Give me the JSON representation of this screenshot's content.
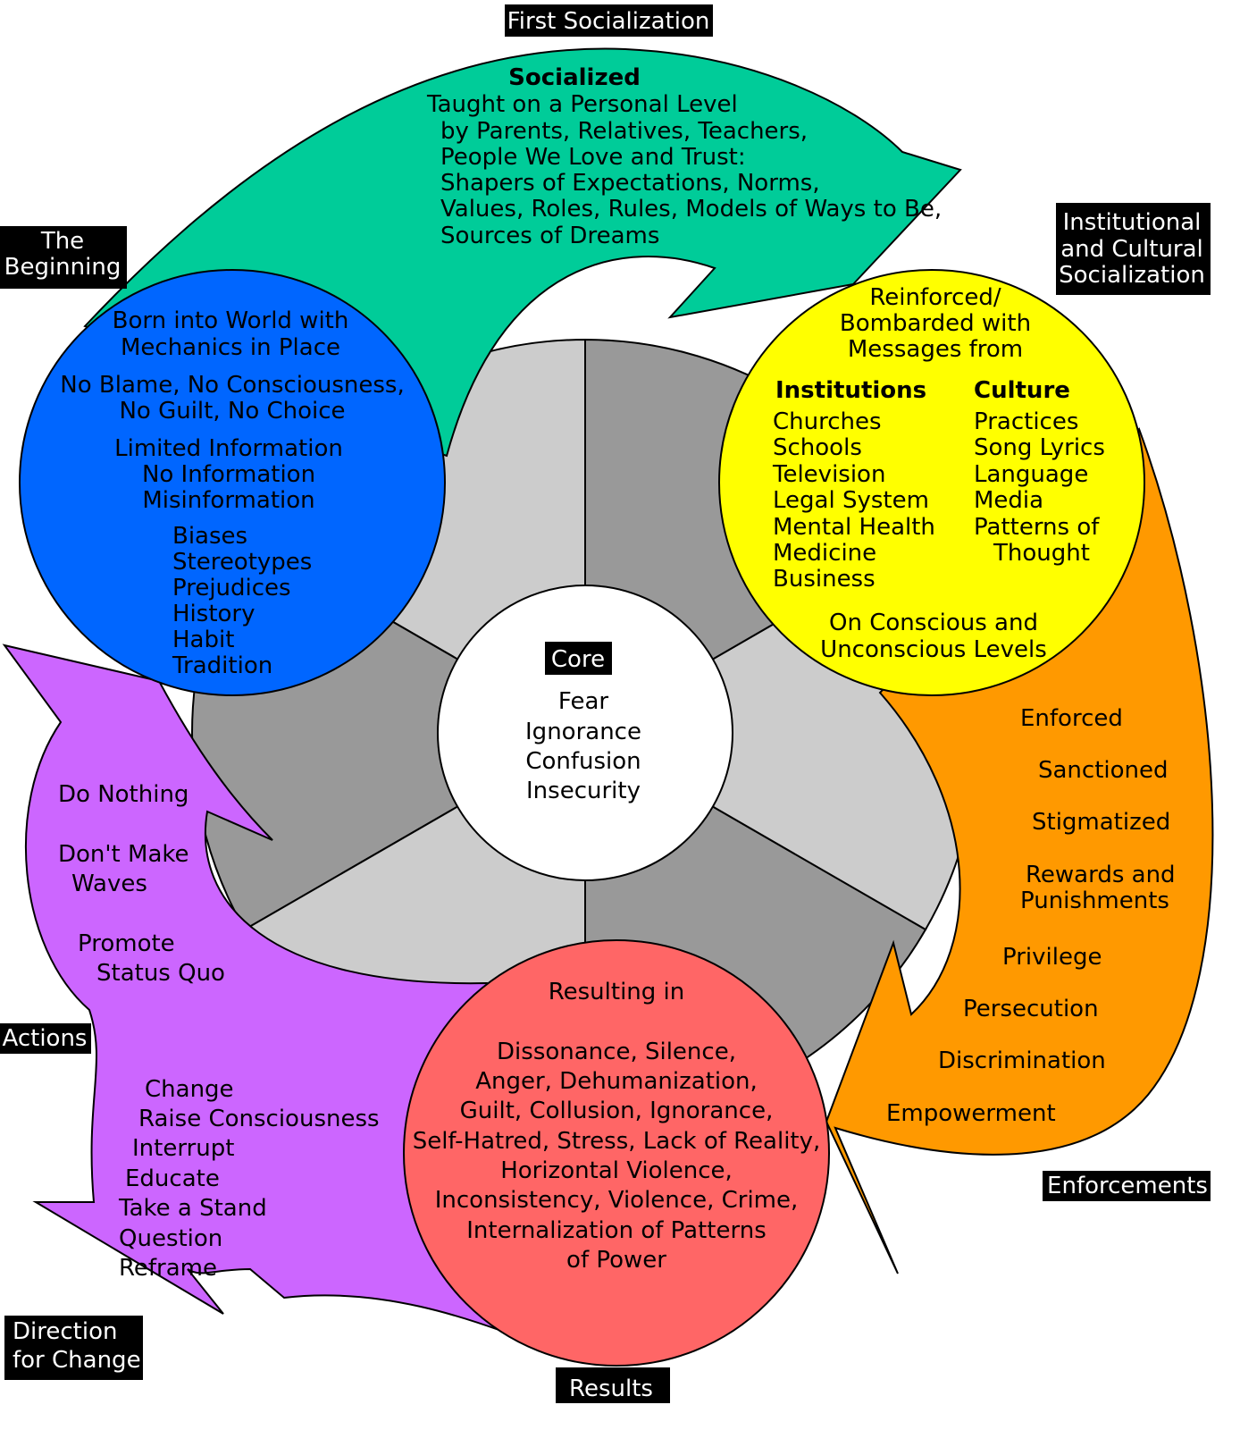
{
  "colors": {
    "first_socialization": "#00CC99",
    "beginning": "#0066FF",
    "institutional": "#FFFF00",
    "enforcements": "#FF9900",
    "results": "#FF6666",
    "actions": "#CC66FF",
    "wheel_light": "#CCCCCC",
    "wheel_dark": "#999999",
    "core": "#FFFFFF"
  },
  "labels": {
    "first_socialization": "First Socialization",
    "the_beginning": [
      "The",
      "Beginning"
    ],
    "institutional": [
      "Institutional",
      "and Cultural",
      "Socialization"
    ],
    "actions": "Actions",
    "enforcements": "Enforcements",
    "direction_for_change": [
      "Direction",
      "for Change"
    ],
    "results": "Results",
    "core": "Core"
  },
  "core": {
    "lines": [
      "Fear",
      "Ignorance",
      "Confusion",
      "Insecurity"
    ]
  },
  "socialized": {
    "title": "Socialized",
    "lines": [
      "Taught on a Personal Level",
      "by Parents, Relatives, Teachers,",
      "People We Love and Trust:",
      "Shapers of Expectations, Norms,",
      "Values, Roles, Rules, Models of Ways to Be,",
      "Sources of Dreams"
    ]
  },
  "beginning": {
    "lines": [
      "Born into World with",
      "Mechanics in Place",
      "No Blame, No Consciousness,",
      "No Guilt, No Choice",
      "Limited Information",
      "No Information",
      "Misinformation"
    ],
    "list": [
      "Biases",
      "Stereotypes",
      "Prejudices",
      "History",
      "Habit",
      "Tradition"
    ]
  },
  "institutional": {
    "intro": [
      "Reinforced/",
      "Bombarded with",
      "Messages from"
    ],
    "institutions_header": "Institutions",
    "institutions": [
      "Churches",
      "Schools",
      "Television",
      "Legal System",
      "Mental Health",
      "Medicine",
      "Business"
    ],
    "culture_header": "Culture",
    "culture": [
      "Practices",
      "Song Lyrics",
      "Language",
      "Media",
      "Patterns of",
      "Thought"
    ],
    "footer": [
      "On Conscious and",
      "Unconscious Levels"
    ]
  },
  "enforcements": {
    "items": [
      "Enforced",
      "Sanctioned",
      "Stigmatized",
      "Rewards and",
      "Punishments",
      "Privilege",
      "Persecution",
      "Discrimination",
      "Empowerment"
    ]
  },
  "actions": {
    "items": [
      "Do Nothing",
      "Don't Make",
      "Waves",
      "Promote",
      "Status Quo",
      "Change",
      "Raise Consciousness",
      "Interrupt",
      "Educate",
      "Take a Stand",
      "Question",
      "Reframe"
    ]
  },
  "results": {
    "intro": "Resulting in",
    "lines": [
      "Dissonance, Silence,",
      "Anger, Dehumanization,",
      "Guilt, Collusion, Ignorance,",
      "Self-Hatred, Stress, Lack of Reality,",
      "Horizontal Violence,",
      "Inconsistency, Violence, Crime,",
      "Internalization of Patterns",
      "of Power"
    ]
  }
}
